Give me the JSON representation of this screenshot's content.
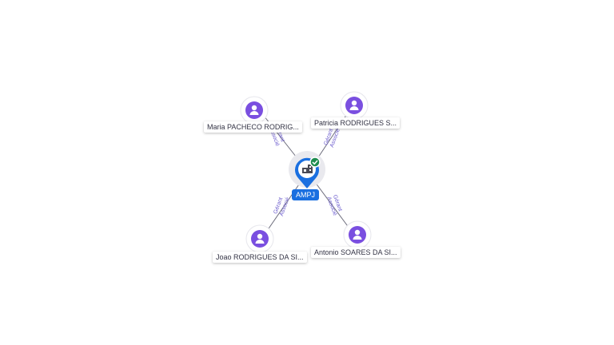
{
  "company": {
    "label": "AMPJ",
    "icon": "building-icon",
    "status_icon": "verified-check-icon",
    "accent_color": "#1a6fe0",
    "status_color": "#1e8c4e"
  },
  "people": [
    {
      "name": "Maria PACHECO RODRIG...",
      "relation_line1": "Gérant",
      "relation_line2": "Associé"
    },
    {
      "name": "Patricia RODRIGUES S...",
      "relation_line1": "Gérant",
      "relation_line2": "Associé"
    },
    {
      "name": "Joao RODRIGUES DA SI...",
      "relation_line1": "Gérant",
      "relation_line2": "Associé"
    },
    {
      "name": "Antonio SOARES DA SI...",
      "relation_line1": "Gérant",
      "relation_line2": "Associé"
    }
  ],
  "person_color": "#7a4fe0"
}
